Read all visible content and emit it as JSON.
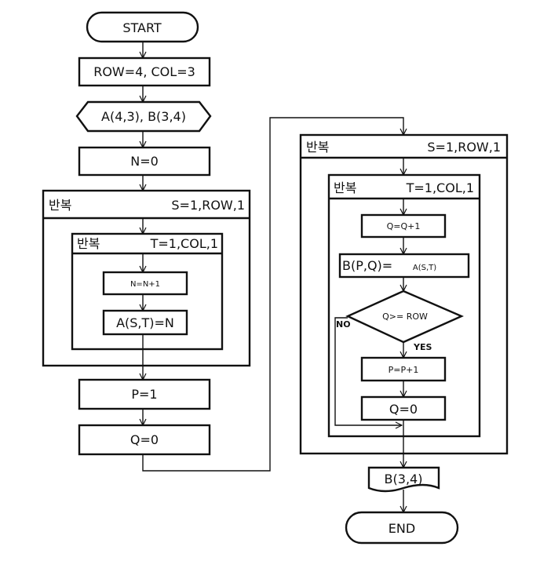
{
  "flowchart": {
    "start": "START",
    "init_vars": "ROW=4, COL=3",
    "declare_arrays": "A(4,3), B(3,4)",
    "init_n": "N=0",
    "loop1_outer": {
      "label": "반복",
      "range": "S=1,ROW,1"
    },
    "loop1_inner": {
      "label": "반복",
      "range": "T=1,COL,1"
    },
    "inc_n": "N=N+1",
    "assign_a": "A(S,T)=N",
    "init_p": "P=1",
    "init_q": "Q=0",
    "loop2_outer": {
      "label": "반복",
      "range": "S=1,ROW,1"
    },
    "loop2_inner": {
      "label": "반복",
      "range": "T=1,COL,1"
    },
    "inc_q": "Q=Q+1",
    "assign_b_left": "B(P,Q)=",
    "assign_b_right": "A(S,T)",
    "decision": "Q>= ROW",
    "yes_label": "YES",
    "no_label": "NO",
    "inc_p": "P=P+1",
    "reset_q": "Q=0",
    "output": "B(3,4)",
    "end": "END"
  }
}
